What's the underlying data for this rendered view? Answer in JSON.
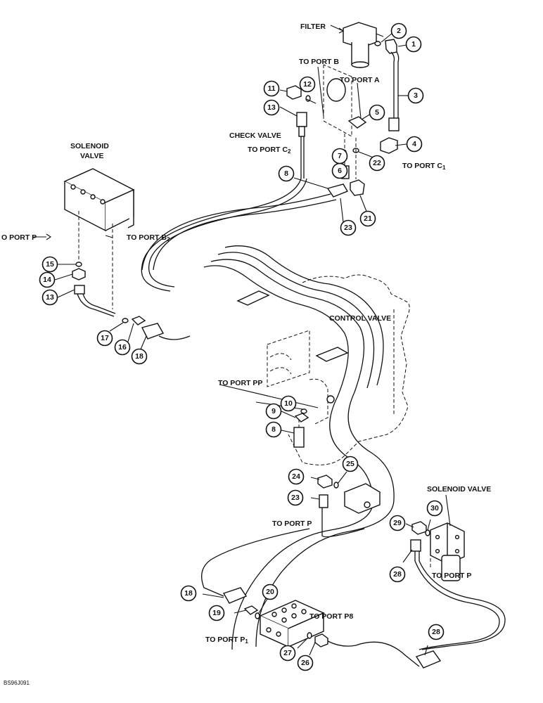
{
  "labels": {
    "filter": "FILTER",
    "to_port_b": "TO PORT B",
    "to_port_a": "TO PORT A",
    "check_valve": "CHECK VALVE",
    "to_port_c2": "TO PORT C",
    "to_port_c2_sub": "2",
    "to_port_c1": "TO PORT C",
    "to_port_c1_sub": "1",
    "solenoid_valve_1a": "SOLENOID",
    "solenoid_valve_1b": "VALVE",
    "to_port_p_left": "O PORT P",
    "to_port_b2": "TO PORT B",
    "to_port_b2_sub": "2",
    "control_valve": "CONTROL VALVE",
    "to_port_pp": "TO PORT PP",
    "to_port_p_mid": "TO PORT P",
    "solenoid_valve_2": "SOLENOID VALVE",
    "to_port_p_right": "TO PORT P",
    "to_port_p8": "TO PORT P8",
    "to_port_p1": "TO PORT P",
    "to_port_p1_sub": "1",
    "drawing_code": "BS96J091"
  },
  "callouts": [
    "1",
    "2",
    "3",
    "4",
    "5",
    "6",
    "7",
    "8",
    "9",
    "10",
    "11",
    "12",
    "13",
    "14",
    "15",
    "16",
    "17",
    "18",
    "19",
    "20",
    "21",
    "22",
    "23",
    "24",
    "25",
    "26",
    "27",
    "28",
    "29",
    "30"
  ]
}
